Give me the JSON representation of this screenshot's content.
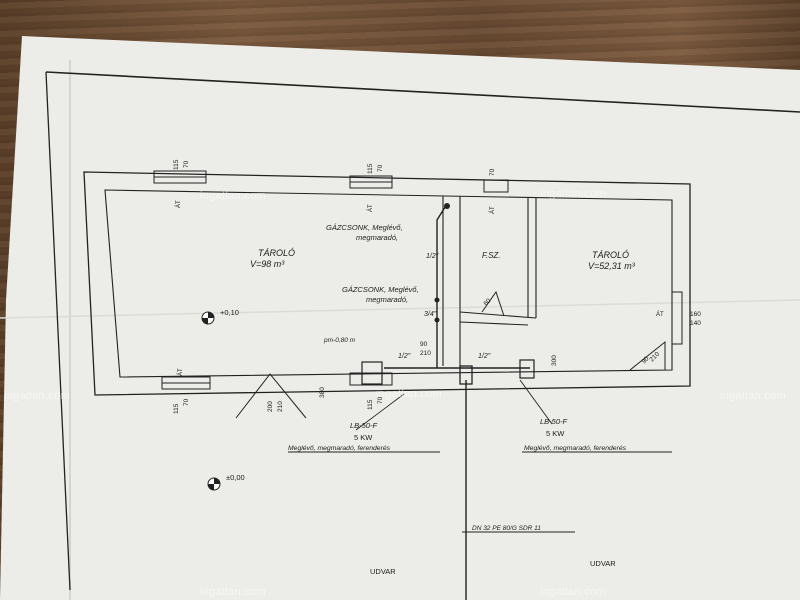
{
  "labels": {
    "room_left_name": "TÁROLÓ",
    "room_left_volume": "V=98 m³",
    "room_mid_name": "F.SZ.",
    "room_right_name": "TÁROLÓ",
    "room_right_volume": "V=52,31 m³",
    "gas_note_1a": "GÁZCSONK, Meglévő,",
    "gas_note_1b": "megmaradó,",
    "gas_note_2a": "GÁZCSONK, Meglévő,",
    "gas_note_2b": "megmaradó,",
    "level_010": "+0,10",
    "level_000": "±0,00",
    "level_m080": "pm-0,80 m",
    "pipe_12": "1/2\"",
    "pipe_34": "3/4\"",
    "pipe_12b": "1/2\"",
    "pipe_12c": "1/2\"",
    "boiler_left_a": "LB-50-F",
    "boiler_left_b": "5 KW",
    "boiler_right_a": "LB-50-F",
    "boiler_right_b": "5 KW",
    "note_left": "Meglévő, megmaradó, ferenderés",
    "note_right": "Meglévő, megmaradó, ferenderés",
    "main_pipe": "DN 32 PE 80/G SDR 11",
    "yard_left": "UDVAR",
    "yard_right": "UDVAR",
    "dim_115": "115",
    "dim_70": "70",
    "dim_at": "ÁT",
    "dim_160": "160",
    "dim_140": "140",
    "dim_200": "200",
    "dim_210": "210",
    "dim_90": "90",
    "dim_300": "300",
    "dim_380": "380",
    "dim_60": "60"
  },
  "watermark": {
    "text": "ingatlan.com"
  },
  "colors": {
    "paper": "#ecece8",
    "ink": "#1c1c1c",
    "wood": "#6e5038"
  }
}
